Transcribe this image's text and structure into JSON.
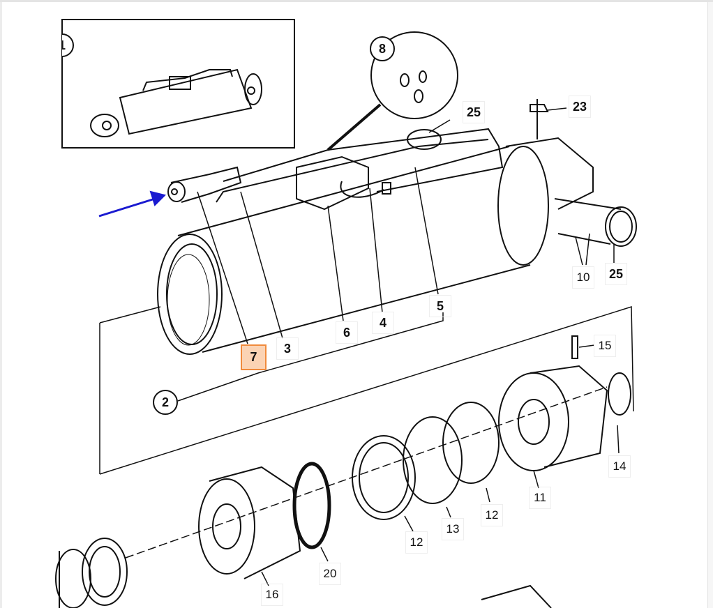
{
  "diagram": {
    "inset_ref": "1",
    "assembly_ref": "2",
    "detail_ref": "8",
    "callouts": [
      "25",
      "23",
      "10",
      "25",
      "5",
      "4",
      "6",
      "3",
      "7",
      "15",
      "14",
      "11",
      "12",
      "13",
      "12",
      "20",
      "16"
    ],
    "highlighted_callout": "7",
    "colors": {
      "highlight_fill": "#fbd3b4",
      "highlight_border": "#f08a3c",
      "arrow": "#1a1ad0",
      "line": "#111111"
    }
  }
}
